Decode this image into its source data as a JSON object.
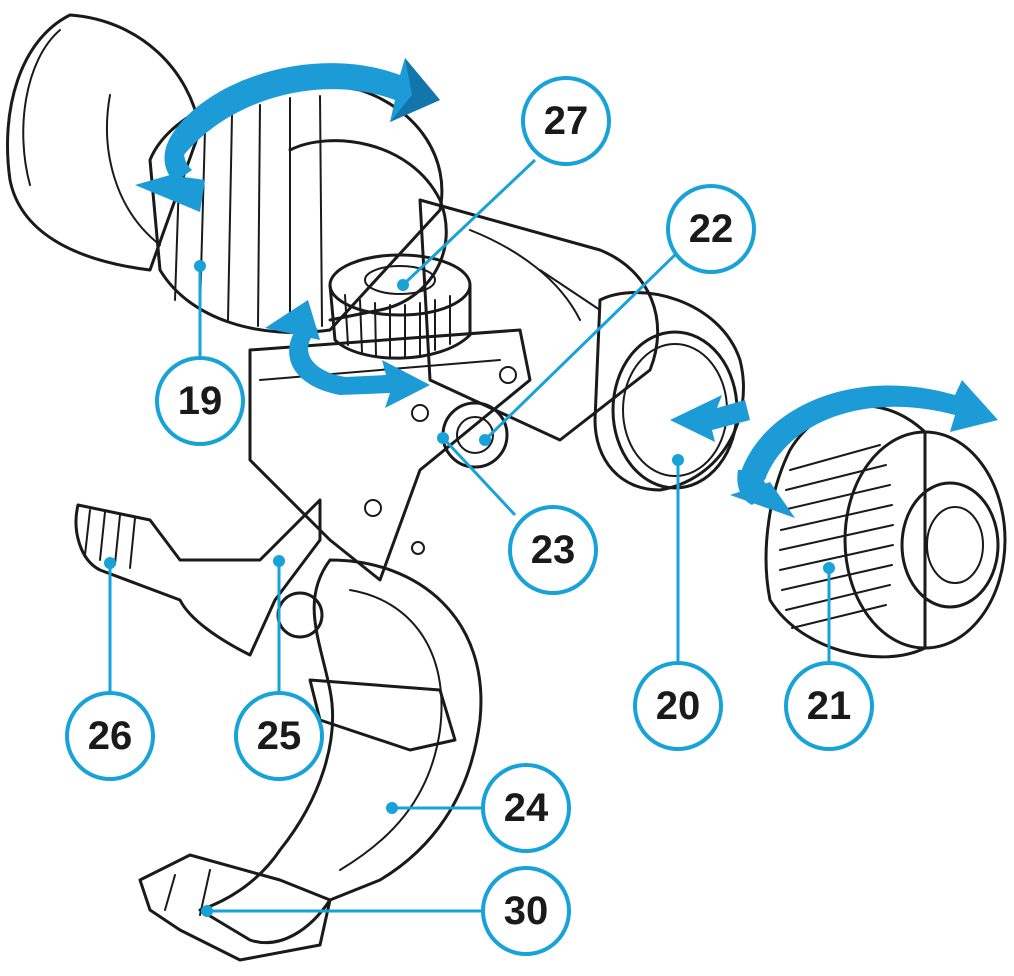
{
  "colors": {
    "accent": "#17a2d8",
    "arrow": "#1c9bd6",
    "arrow_dark": "#1276ac",
    "outline": "#1a1a1a"
  },
  "callouts": [
    {
      "id": "19",
      "label": "19"
    },
    {
      "id": "27",
      "label": "27"
    },
    {
      "id": "22",
      "label": "22"
    },
    {
      "id": "23",
      "label": "23"
    },
    {
      "id": "20",
      "label": "20"
    },
    {
      "id": "21",
      "label": "21"
    },
    {
      "id": "26",
      "label": "26"
    },
    {
      "id": "25",
      "label": "25"
    },
    {
      "id": "24",
      "label": "24"
    },
    {
      "id": "30",
      "label": "30"
    }
  ],
  "arrows": [
    {
      "name": "eyepiece-rotation",
      "meaning": "rotate"
    },
    {
      "name": "knob-rotation",
      "meaning": "rotate"
    },
    {
      "name": "cap-push",
      "meaning": "push"
    },
    {
      "name": "cap-rotation",
      "meaning": "rotate"
    }
  ]
}
